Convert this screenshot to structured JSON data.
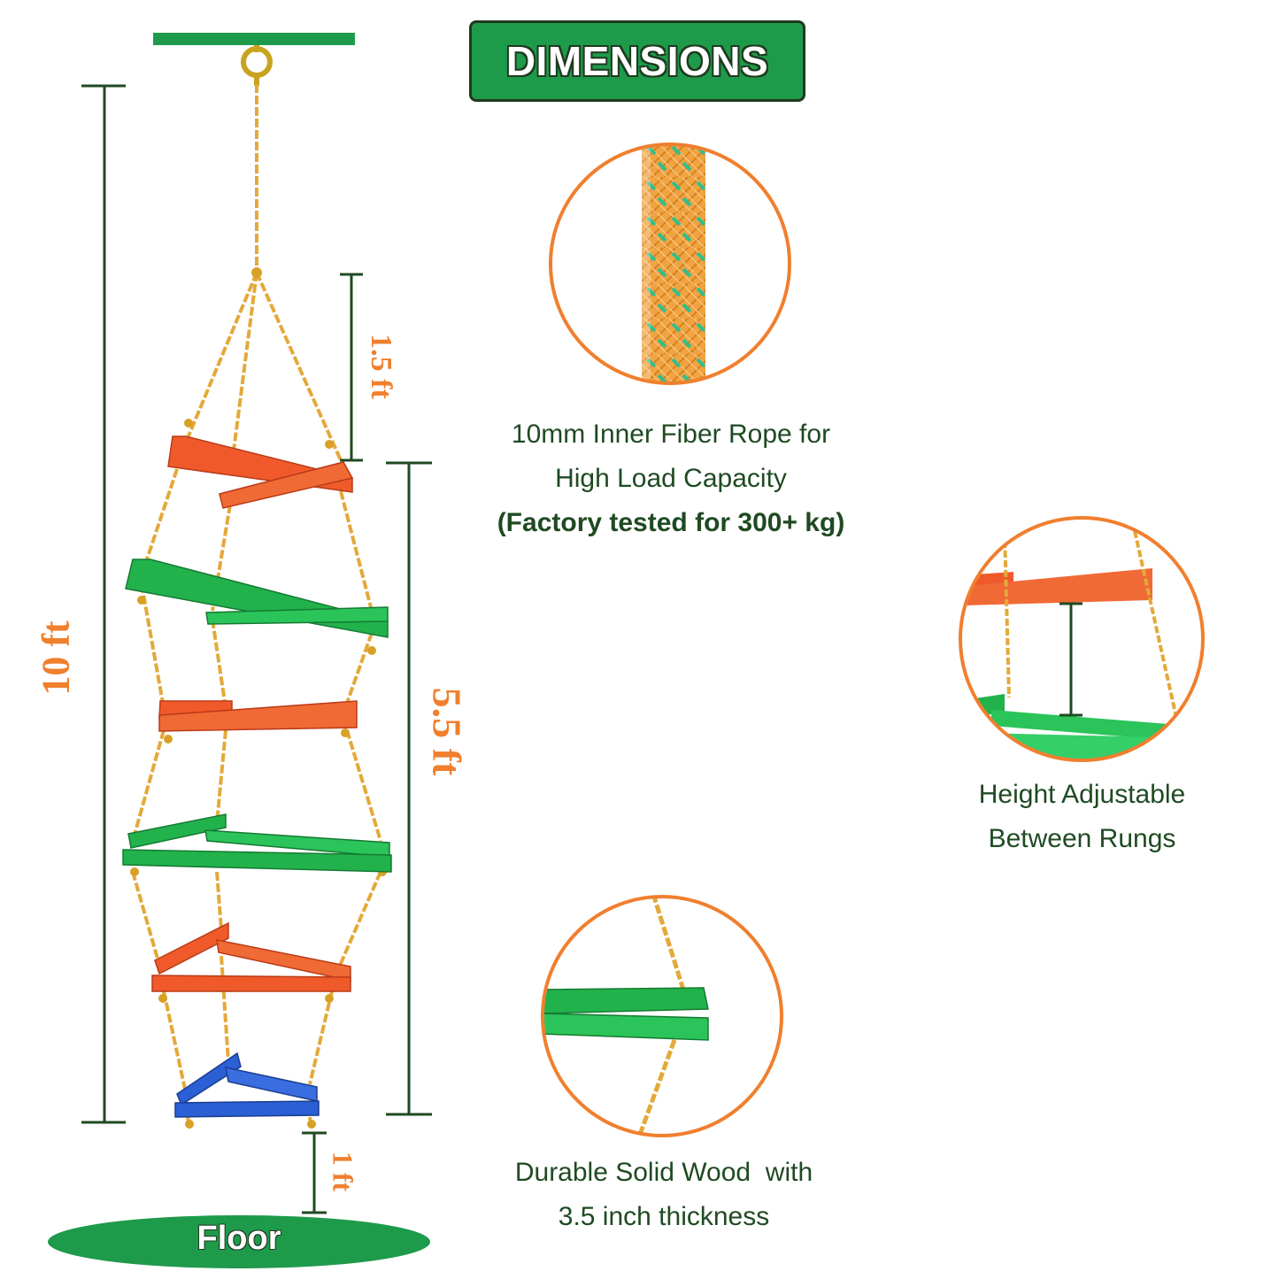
{
  "header": {
    "title": "DIMENSIONS"
  },
  "dimensions": {
    "total_height": "10 ft",
    "top_rope": "1.5 ft",
    "rung_section": "5.5 ft",
    "floor_gap": "1 ft"
  },
  "floor": {
    "label": "Floor"
  },
  "features": {
    "rope": {
      "line1": "10mm Inner Fiber Rope for",
      "line2": "High Load Capacity",
      "line3": "(Factory tested for 300+ kg)"
    },
    "adjustable": {
      "line1": "Height Adjustable",
      "line2": "Between Rungs"
    },
    "wood": {
      "line1": "Durable Solid Wood  with",
      "line2": "3.5 inch thickness"
    }
  },
  "colors": {
    "brand_green": "#1e9a4b",
    "dark_green": "#1f4a22",
    "accent_orange": "#f07f2e",
    "rung_red": "#f05a2a",
    "rung_green": "#22b24c",
    "rung_blue": "#2b5fd4",
    "rope_orange": "#f0a340"
  }
}
